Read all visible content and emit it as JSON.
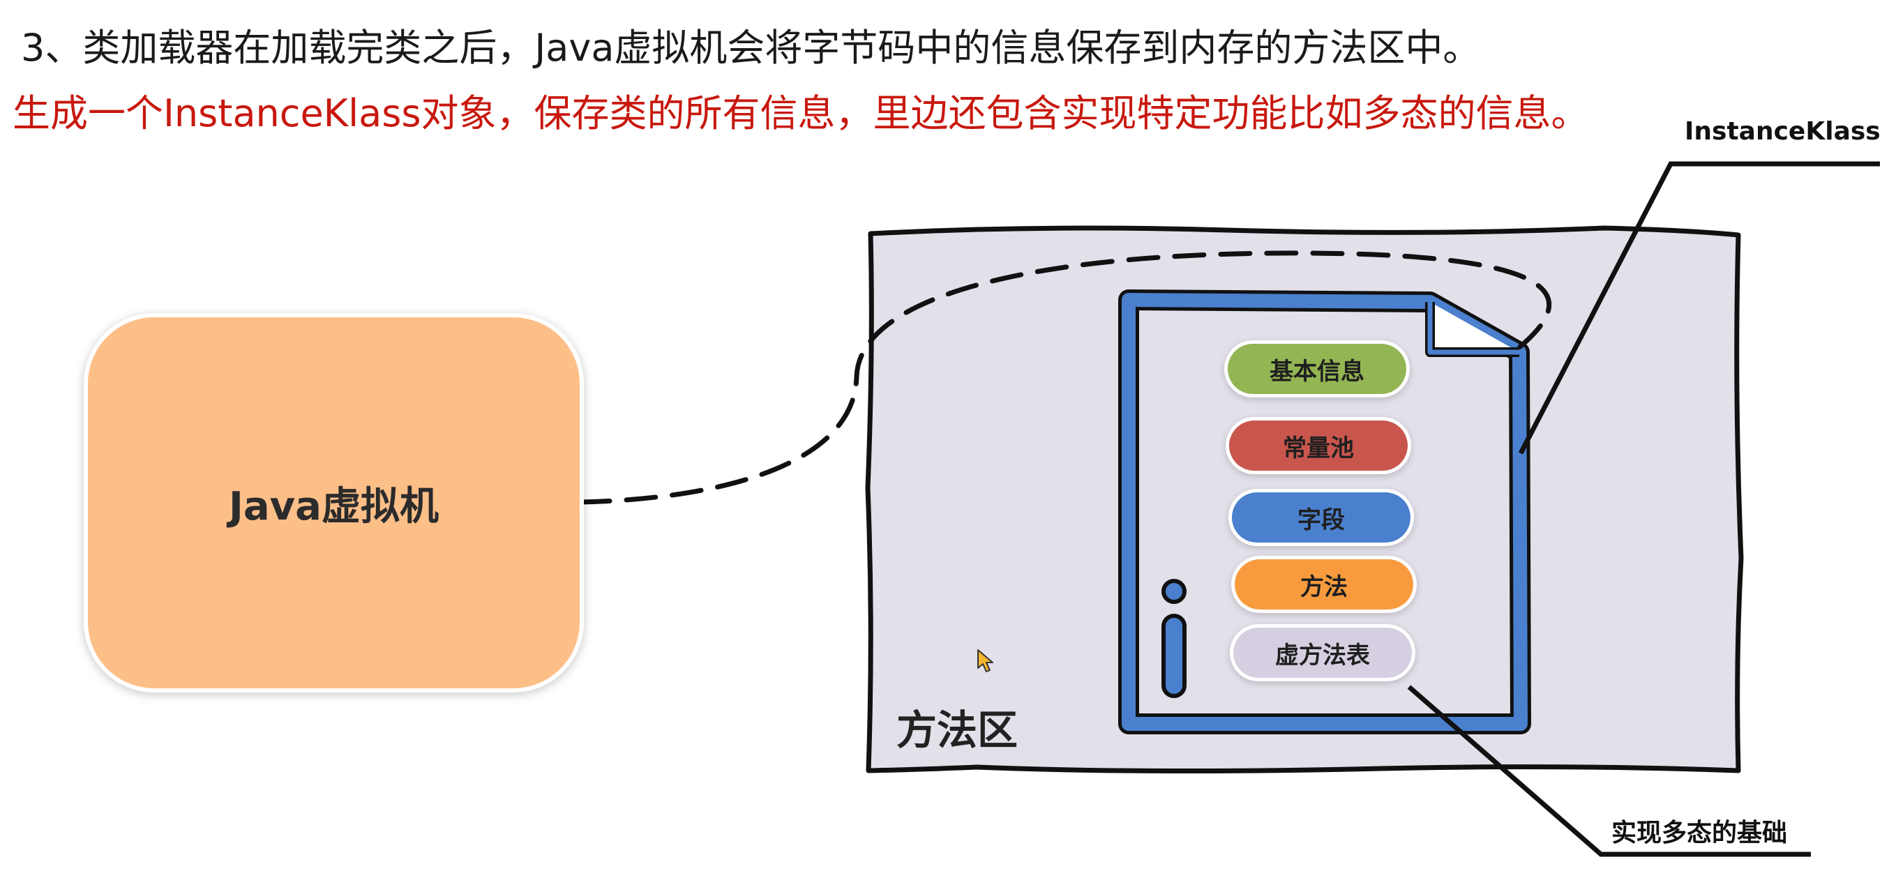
{
  "header": {
    "title": "3、类加载器在加载完类之后，Java虚拟机会将字节码中的信息保存到内存的方法区中。",
    "subtitle": "生成一个InstanceKlass对象，保存类的所有信息，里边还包含实现特定功能比如多态的信息。"
  },
  "diagram": {
    "jvm_label": "Java虚拟机",
    "method_area_label": "方法区",
    "instance_klass_label": "InstanceKlass",
    "polymorphism_label": "实现多态的基础",
    "items": [
      {
        "label": "基本信息",
        "color": "#93b553"
      },
      {
        "label": "常量池",
        "color": "#c9564d"
      },
      {
        "label": "字段",
        "color": "#4a80cd"
      },
      {
        "label": "方法",
        "color": "#f89b3e"
      },
      {
        "label": "虚方法表",
        "color": "#d5cfe1"
      }
    ],
    "colors": {
      "method_area_fill": "#e3e0ea",
      "document_border": "#4a80cd",
      "jvm_fill": "#fdbf88",
      "subtitle_red": "#c8180e"
    }
  }
}
